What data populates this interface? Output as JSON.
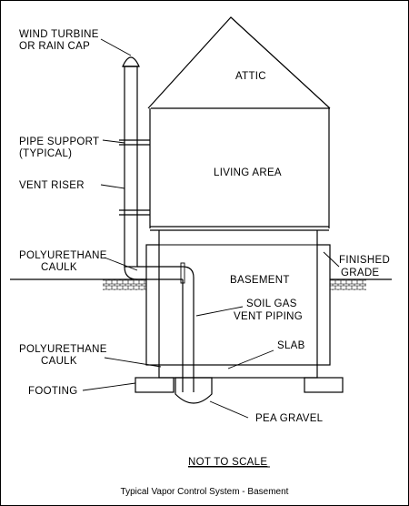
{
  "labels": {
    "wind_turbine_1": "WIND TURBINE",
    "wind_turbine_2": "OR RAIN CAP",
    "pipe_support_1": "PIPE SUPPORT",
    "pipe_support_2": "(TYPICAL)",
    "vent_riser": "VENT RISER",
    "caulk_top_1": "POLYURETHANE",
    "caulk_top_2": "CAULK",
    "caulk_bottom_1": "POLYURETHANE",
    "caulk_bottom_2": "CAULK",
    "footing": "FOOTING",
    "attic": "ATTIC",
    "living_area": "LIVING AREA",
    "basement": "BASEMENT",
    "finished_grade_1": "FINISHED",
    "finished_grade_2": "GRADE",
    "soil_gas_1": "SOIL GAS",
    "soil_gas_2": "VENT PIPING",
    "slab": "SLAB",
    "pea_gravel": "PEA GRAVEL",
    "not_to_scale": "NOT TO SCALE"
  },
  "caption": "Typical Vapor Control System - Basement"
}
